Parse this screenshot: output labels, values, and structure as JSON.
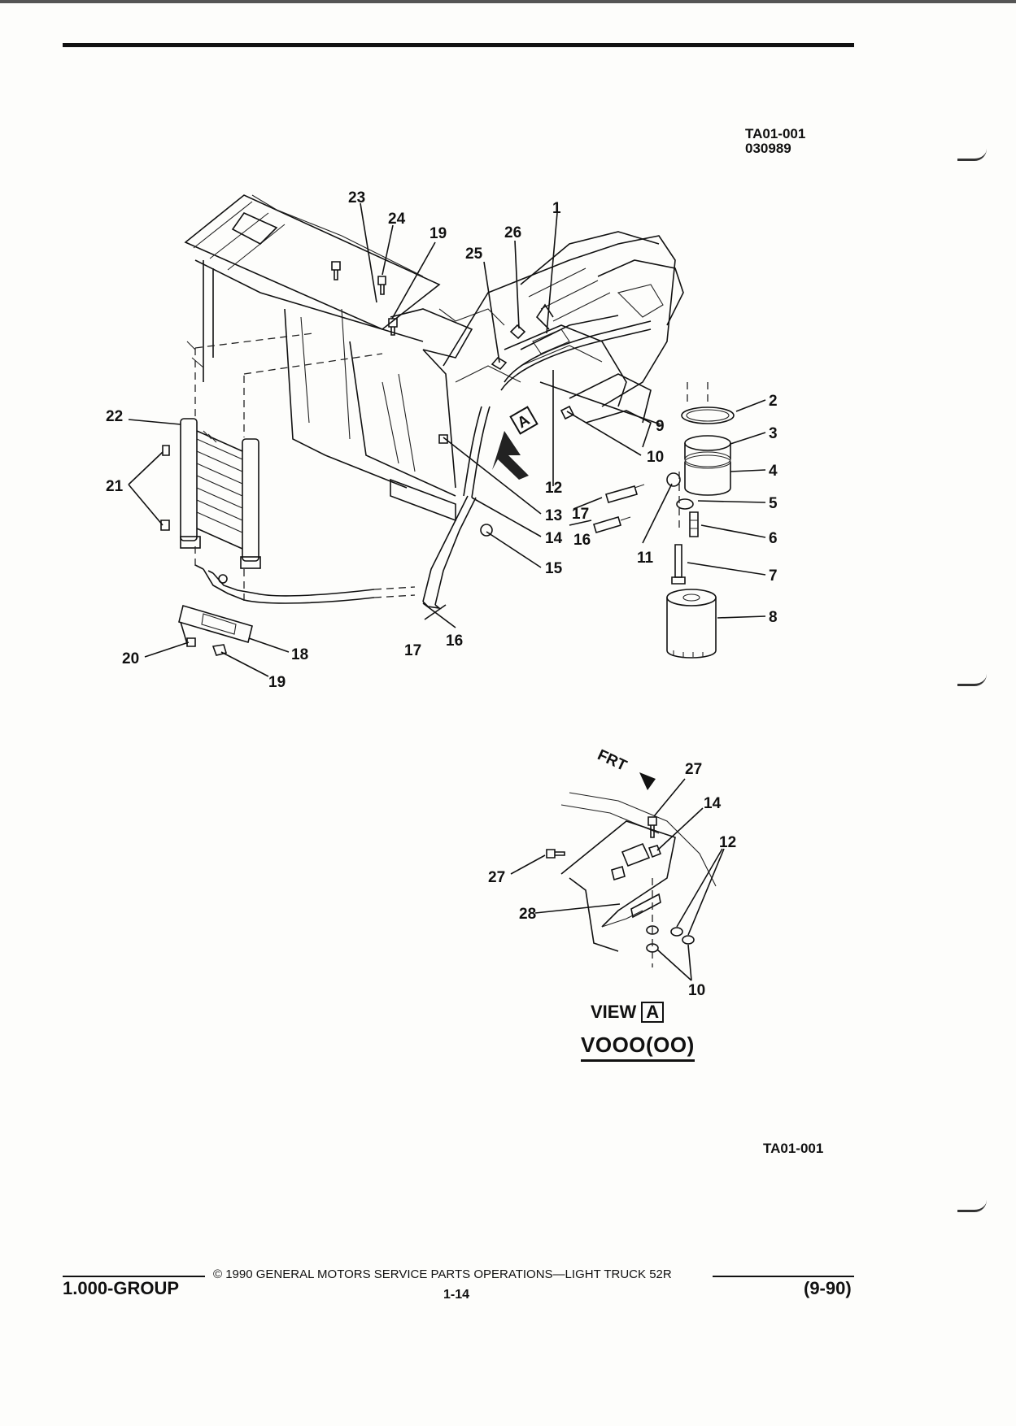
{
  "figure": {
    "code_top": "TA01-001",
    "date_code": "030989",
    "code_bottom": "TA01-001"
  },
  "callouts": {
    "main": [
      "1",
      "2",
      "3",
      "4",
      "5",
      "6",
      "7",
      "8",
      "9",
      "10",
      "11",
      "12",
      "13",
      "14",
      "15",
      "16",
      "17",
      "18",
      "19",
      "20",
      "21",
      "22",
      "23",
      "24",
      "25",
      "26",
      "17",
      "16",
      "19"
    ],
    "view_a": [
      "27",
      "14",
      "12",
      "27",
      "28",
      "10"
    ]
  },
  "view": {
    "orientation_mark": "FRT",
    "title": "VIEW",
    "letter": "A",
    "code": "VOOO(OO)"
  },
  "footer": {
    "copyright": "© 1990 GENERAL MOTORS SERVICE PARTS OPERATIONS—LIGHT TRUCK 52R",
    "group": "1.000-GROUP",
    "page": "1-14",
    "date": "(9-90)"
  }
}
